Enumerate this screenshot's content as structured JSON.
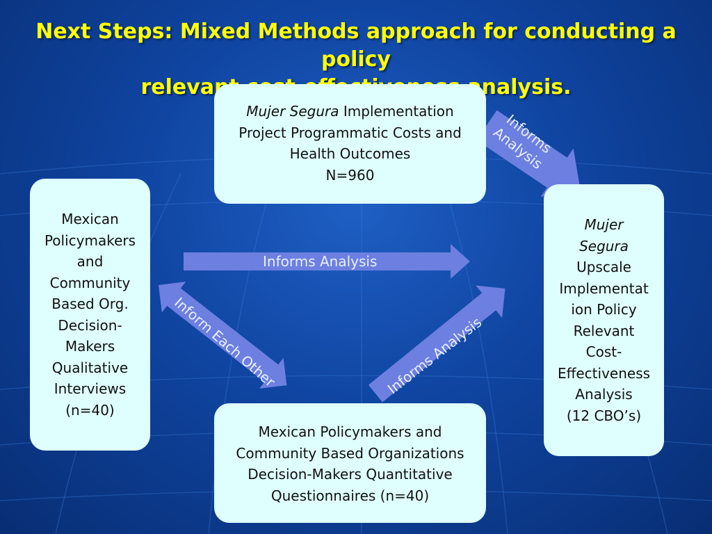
{
  "title": {
    "line1": "Next Steps: Mixed Methods approach for conducting a policy",
    "line2": "relevant cost-effectiveness analysis."
  },
  "boxes": {
    "top": {
      "italic": "Mujer Segura",
      "line1_rest": " Implementation",
      "line2": "Project Programmatic Costs and",
      "line3": "Health Outcomes",
      "line4": "N=960"
    },
    "left": {
      "lines": [
        "Mexican",
        "Policymakers",
        "and",
        "Community",
        "Based Org.",
        "Decision-",
        "Makers",
        "Qualitative",
        "Interviews",
        "(n=40)"
      ]
    },
    "right": {
      "italic_lines": [
        "Mujer",
        "Segura"
      ],
      "lines": [
        "Upscale",
        "Implementat",
        "ion Policy",
        "Relevant",
        "Cost-",
        "Effectiveness",
        "Analysis",
        "(12 CBO’s)"
      ]
    },
    "bottom": {
      "lines": [
        "Mexican Policymakers and",
        "Community Based Organizations",
        "Decision-Makers Quantitative",
        "Questionnaires (n=40)"
      ]
    }
  },
  "arrows": {
    "top_right": {
      "line1": "Informs",
      "line2": "Analysis"
    },
    "middle": {
      "label": "Informs Analysis"
    },
    "diagonal_left": {
      "label": "Inform Each Other"
    },
    "diagonal_right": {
      "label": "Informs Analysis"
    }
  },
  "colors": {
    "title": "#ffff00",
    "box_fill": "#dffefe",
    "arrow_fill": "#6d7fe0"
  }
}
